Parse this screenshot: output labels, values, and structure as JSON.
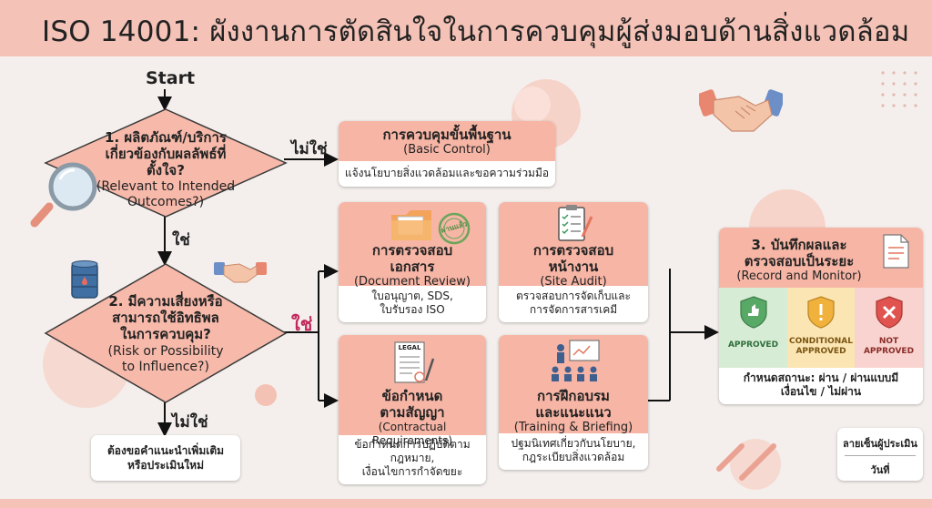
{
  "title": "ISO 14001: ผังงานการตัดสินใจในการควบคุมผู้ส่งมอบด้านสิ่งแวดล้อม",
  "start": "Start",
  "q1": {
    "th": "1. ผลิตภัณฑ์/บริการ\nเกี่ยวข้องกับผลลัพธ์ที่ตั้งใจ?",
    "en": "(Relevant to Intended\nOutcomes?)"
  },
  "q2": {
    "th": "2. มีความเสี่ยงหรือ\nสามารถใช้อิทธิพล\nในการควบคุม?",
    "en": "(Risk or Possibility\nto Influence?)"
  },
  "labels": {
    "no1": "ไม่ใช่",
    "yes1": "ใช่",
    "yes2": "ใช่",
    "no2": "ไม่ใช่"
  },
  "basic": {
    "th": "การควบคุมขั้นพื้นฐาน",
    "en": "(Basic Control)",
    "body": "แจ้งนโยบายสิ่งแวดล้อมและขอความร่วมมือ"
  },
  "doc": {
    "th": "การตรวจสอบ\nเอกสาร",
    "en": "(Document Review)",
    "body": "ใบอนุญาต, SDS,\nใบรับรอง ISO",
    "stamp": "ผ่านแล้ว"
  },
  "site": {
    "th": "การตรวจสอบ\nหน้างาน",
    "en": "(Site Audit)",
    "body": "ตรวจสอบการจัดเก็บและ\nการจัดการสารเคมี"
  },
  "contract": {
    "th": "ข้อกำหนด\nตามสัญญา",
    "en": "(Contractual Requirements)",
    "body": "ข้อกำหนดการปฏิบัติตาม\nกฎหมาย,\nเงื่อนไขการกำจัดขยะ",
    "icon_label": "LEGAL"
  },
  "training": {
    "th": "การฝึกอบรม\nและแนะแนว",
    "en": "(Training & Briefing)",
    "body": "ปฐมนิเทศเกี่ยวกับนโยบาย,\nกฎระเบียบสิ่งแวดล้อม"
  },
  "record": {
    "th": "3. บันทึกผลและ\nตรวจสอบเป็นระยะ",
    "en": "(Record and Monitor)",
    "approved": "APPROVED",
    "conditional": "CONDITIONAL\nAPPROVED",
    "not_approved": "NOT\nAPPROVED",
    "body": "กำหนดสถานะ: ผ่าน / ผ่านแบบมี\nเงื่อนไข / ไม่ผ่าน",
    "colors": {
      "approved": "#58a866",
      "conditional": "#f0b23c",
      "not_approved": "#e0534f"
    }
  },
  "advice": "ต้องขอคำแนะนำเพิ่มเติม\nหรือประเมินใหม่",
  "signature": {
    "line1": "ลายเซ็นผู้ประเมิน",
    "line2": "วันที่"
  }
}
